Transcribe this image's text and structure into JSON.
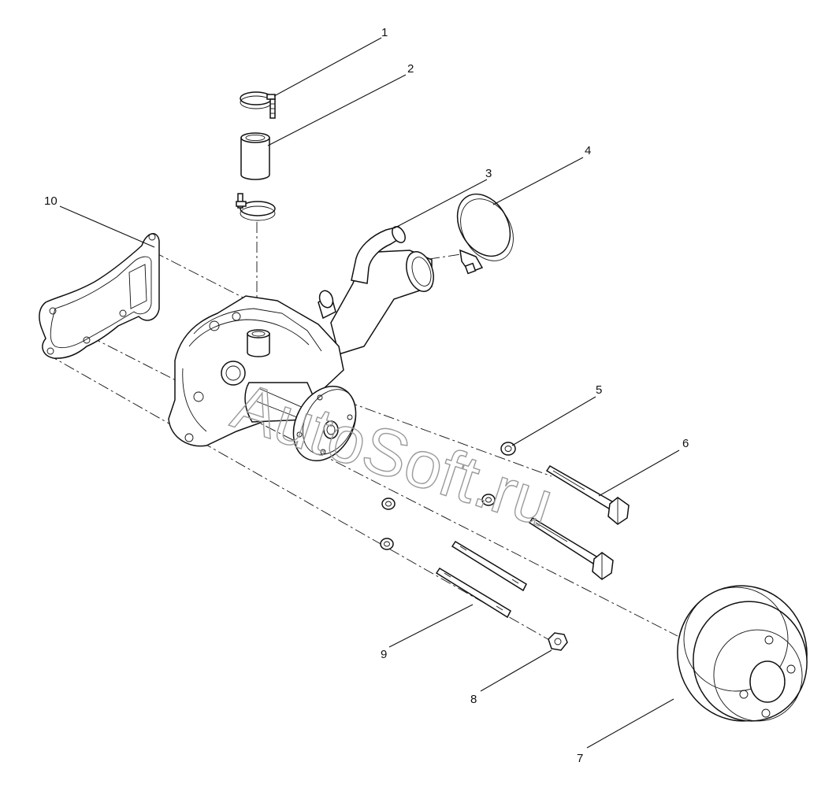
{
  "watermark": "AutoSoft.ru",
  "callouts": {
    "c1": "1",
    "c2": "2",
    "c3": "3",
    "c4": "4",
    "c5": "5",
    "c6": "6",
    "c7": "7",
    "c8": "8",
    "c9": "9",
    "c10": "10"
  },
  "parts": [
    "hose-clamp",
    "hose",
    "pump-body",
    "hose-clamp-large",
    "washer",
    "bolt",
    "pulley",
    "nut",
    "stud",
    "gasket"
  ]
}
